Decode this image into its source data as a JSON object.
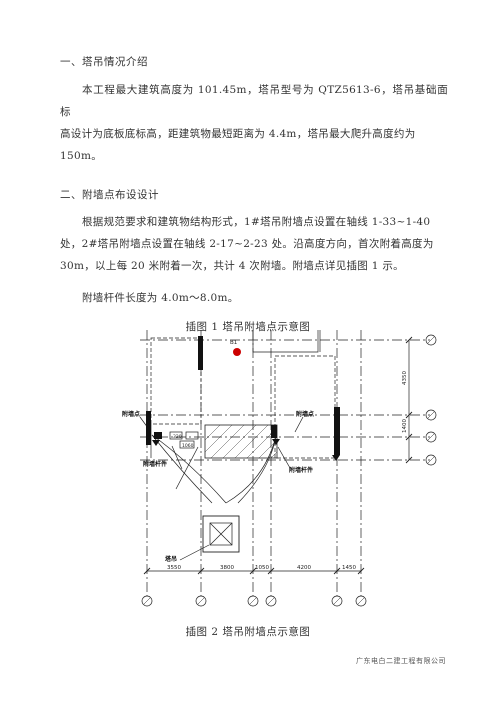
{
  "section1": {
    "heading": "一、塔吊情况介绍",
    "paragraph_lines": [
      "本工程最大建筑高度为 101.45m，塔吊型号为 QTZ5613-6，塔吊基础面标",
      "高设计为底板底标高，距建筑物最短距离为  4.4m，塔吊最大爬升高度约为",
      "150m。"
    ]
  },
  "section2": {
    "heading": "二、附墙点布设设计",
    "paragraph_lines": [
      "根据规范要求和建筑物结构形式，1#塔吊附墙点设置在轴线  1-33~1-40",
      "处，2#塔吊附墙点设置在轴线  2-17~2-23  处。沿高度方向，首次附着高度为",
      "30m，以上每 20 米附着一次，共计 4 次附墙。附墙点详见插图 1 示。"
    ],
    "rod_length": "附墙杆件长度为 4.0m～8.0m。"
  },
  "figure": {
    "caption_top": "插图  1  塔吊附墙点示意图",
    "caption_bottom": "插图  2  塔吊附墙点示意图",
    "labels": {
      "left_anchor": "附墙点",
      "right_anchor": "附墙点",
      "left_rod": "附墙杆件",
      "right_rod": "附墙杆件",
      "crane": "塔吊",
      "elev": "B1",
      "small_a": "320",
      "small_b": "1060"
    },
    "dims_bottom": [
      "3550",
      "3800",
      "1050",
      "4200",
      "1450"
    ],
    "dims_right": [
      "4350",
      "1400"
    ]
  },
  "footer": "广东电白二建工程有限公司"
}
